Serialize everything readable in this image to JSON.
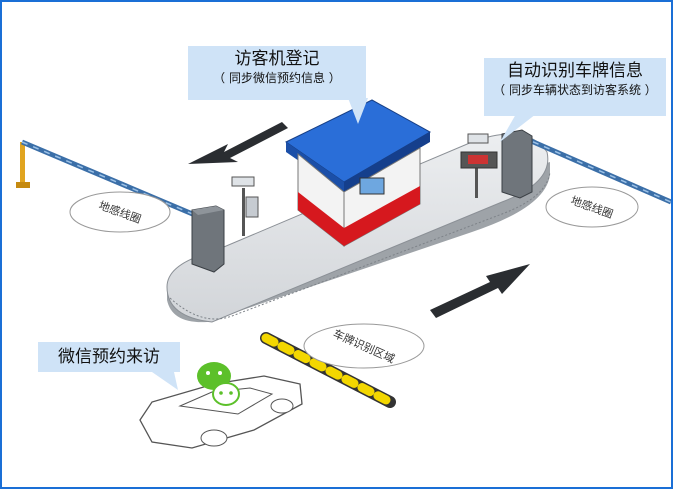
{
  "callouts": {
    "visitor_register": {
      "title": "访客机登记",
      "subtitle": "（ 同步微信预约信息 ）"
    },
    "plate_recognition": {
      "title": "自动识别车牌信息",
      "subtitle": "（ 同步车辆状态到访客系统 ）"
    },
    "wechat_booking": {
      "title": "微信预约来访"
    }
  },
  "ground_labels": {
    "loop_left": "地感线圈",
    "loop_right": "地感线圈",
    "plate_zone": "车牌识别区域"
  },
  "icons": [
    "wechat-icon",
    "arrow-left-icon",
    "arrow-right-icon"
  ],
  "colors": {
    "frame": "#1a6fd6",
    "callout_bg": "#cfe3f7",
    "booth_roof": "#2a6ed8",
    "booth_body": "#d6181e",
    "wechat": "#5cc02a"
  }
}
